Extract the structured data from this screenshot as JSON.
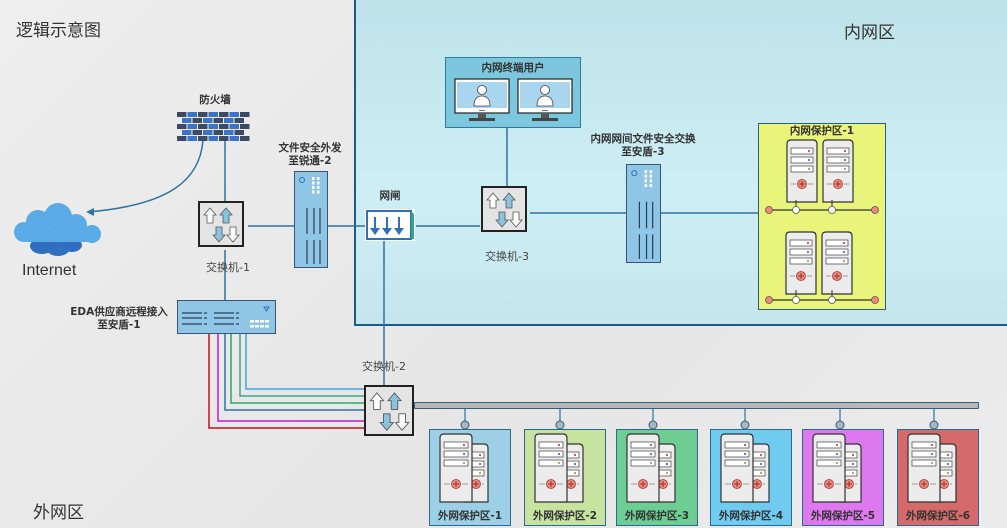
{
  "diagram": {
    "title": "逻辑示意图",
    "zones": {
      "inner": "内网区",
      "outer": "外网区"
    },
    "nodes": {
      "internet": "Internet",
      "firewall": "防火墙",
      "switch1": "交换机-1",
      "switch2": "交换机-2",
      "switch3": "交换机-3",
      "file_out": "文件安全外发\n至锐通-2",
      "file_out_l1": "文件安全外发",
      "file_out_l2": "至锐通-2",
      "gateway": "网闸",
      "inner_users": "内网终端用户",
      "inner_exchange_l1": "内网网间文件安全交换",
      "inner_exchange_l2": "至安盾-3",
      "eda_l1": "EDA供应商远程接入",
      "eda_l2": "至安盾-1",
      "inner_protect": "内网保护区-1"
    },
    "outer_protect_zones": [
      {
        "label": "外网保护区-1",
        "color": "#9dd0e6"
      },
      {
        "label": "外网保护区-2",
        "color": "#c6e3a0"
      },
      {
        "label": "外网保护区-3",
        "color": "#6dcd93"
      },
      {
        "label": "外网保护区-4",
        "color": "#6fcbef"
      },
      {
        "label": "外网保护区-5",
        "color": "#dd78ee"
      },
      {
        "label": "外网保护区-6",
        "color": "#d46a6a"
      }
    ],
    "colors": {
      "inner_zone_border": "#1f5a85",
      "inner_protect_bg": "#e8f47a",
      "link": "#2f73a0",
      "eda_links": [
        "#c0141e",
        "#c21bd6",
        "#2f73a0",
        "#2ea866",
        "#3aa58a",
        "#3ea8d8"
      ]
    }
  }
}
